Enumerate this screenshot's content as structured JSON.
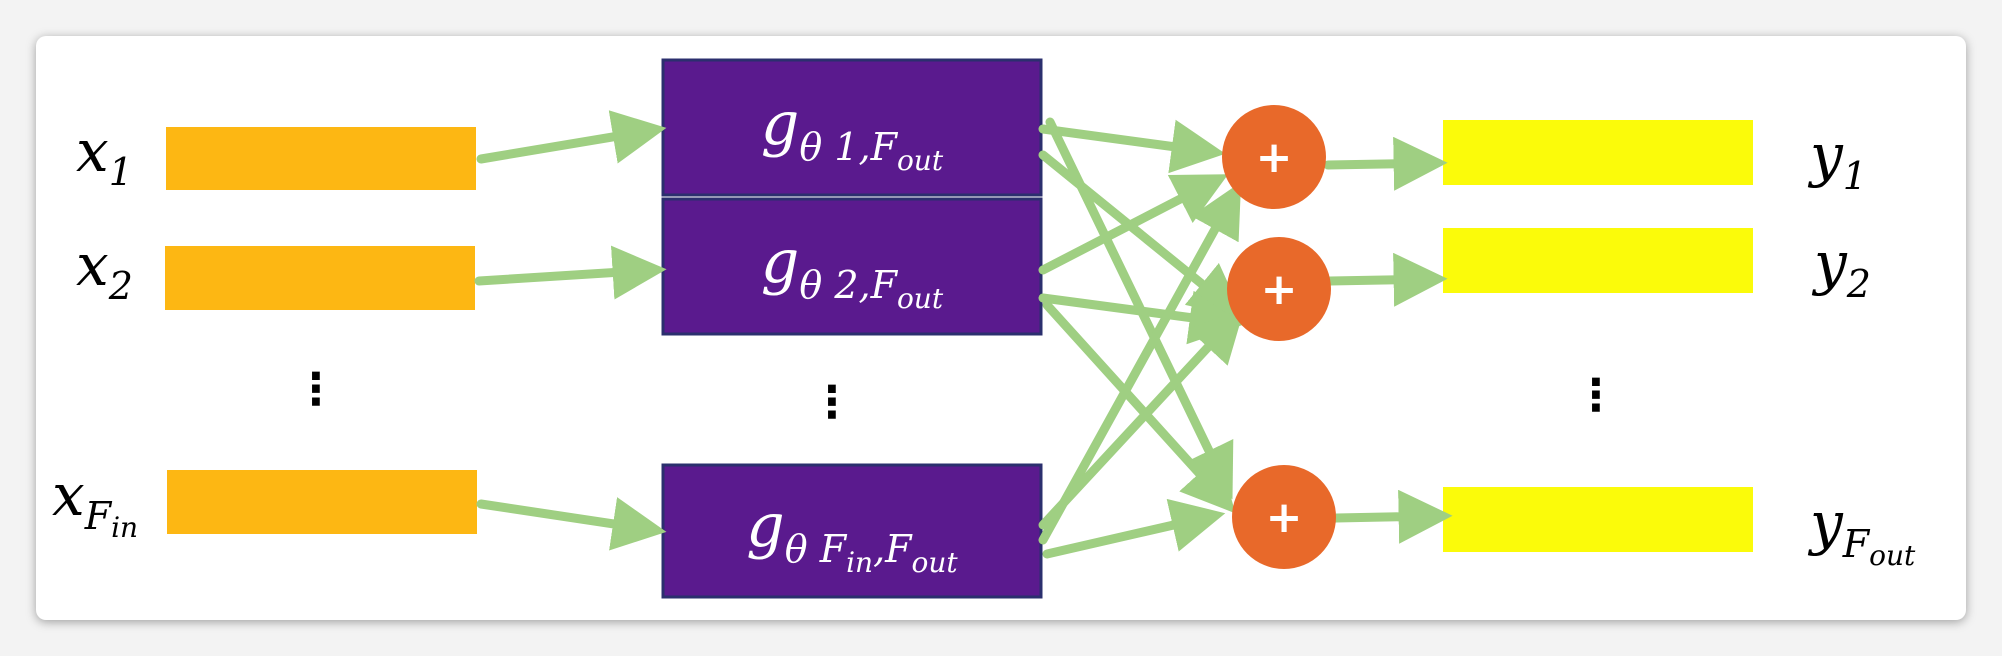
{
  "colors": {
    "input_block": "#fdb713",
    "filter_block": "#5a1a8e",
    "sum_node": "#e8692a",
    "output_block": "#fbfb0a",
    "arrow": "#9fcf82"
  },
  "inputs": [
    {
      "base": "x",
      "sub": "1",
      "subsub": ""
    },
    {
      "base": "x",
      "sub": "2",
      "subsub": ""
    },
    {
      "base": "x",
      "sub": "F",
      "subsub": "in"
    }
  ],
  "filters": [
    {
      "base": "g",
      "sub": "θ",
      "sub_rest": "1,F",
      "subsub": "out"
    },
    {
      "base": "g",
      "sub": "θ",
      "sub_rest": "2,F",
      "subsub": "out"
    },
    {
      "base": "g",
      "sub": "θ",
      "sub_rest": "F",
      "subsub": "in",
      "sub_rest2": ",F",
      "subsub2": "out"
    }
  ],
  "sum_symbol": "+",
  "outputs": [
    {
      "base": "y",
      "sub": "1",
      "subsub": ""
    },
    {
      "base": "y",
      "sub": "2",
      "subsub": ""
    },
    {
      "base": "y",
      "sub": "F",
      "subsub": "out"
    }
  ],
  "ellipsis": "⋮"
}
